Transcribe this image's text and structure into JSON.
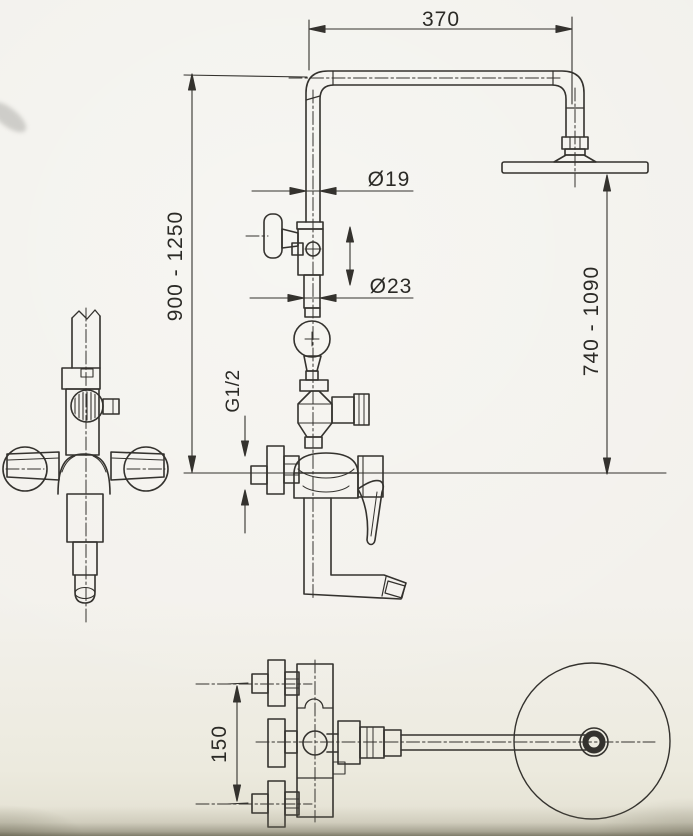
{
  "drawing": {
    "labels": {
      "arm_length": "370",
      "riser_diameter": "Ø19",
      "column_diameter": "Ø23",
      "total_height_range": "900 - 1250",
      "head_height_range": "740 - 1090",
      "connection_thread": "G1/2",
      "inlet_spacing": "150"
    },
    "colors": {
      "paper": "#f3f1ec",
      "ink": "#34322e"
    }
  }
}
